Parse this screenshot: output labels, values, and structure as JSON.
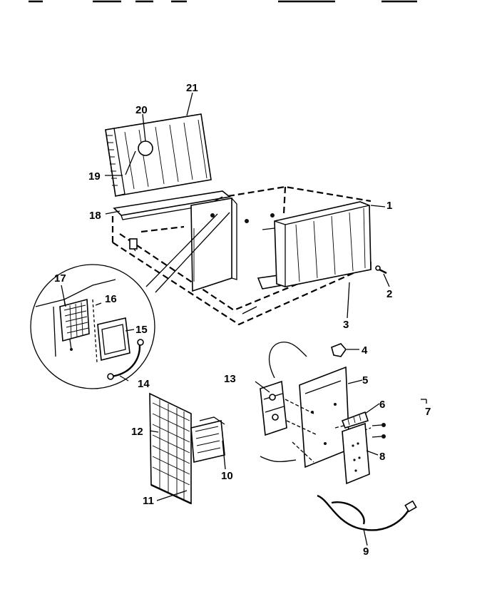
{
  "diagram": {
    "part_labels": [
      "1",
      "2",
      "3",
      "4",
      "5",
      "6",
      "7",
      "8",
      "9",
      "10",
      "11",
      "12",
      "13",
      "14",
      "15",
      "16",
      "17",
      "18",
      "19",
      "20",
      "21"
    ]
  }
}
